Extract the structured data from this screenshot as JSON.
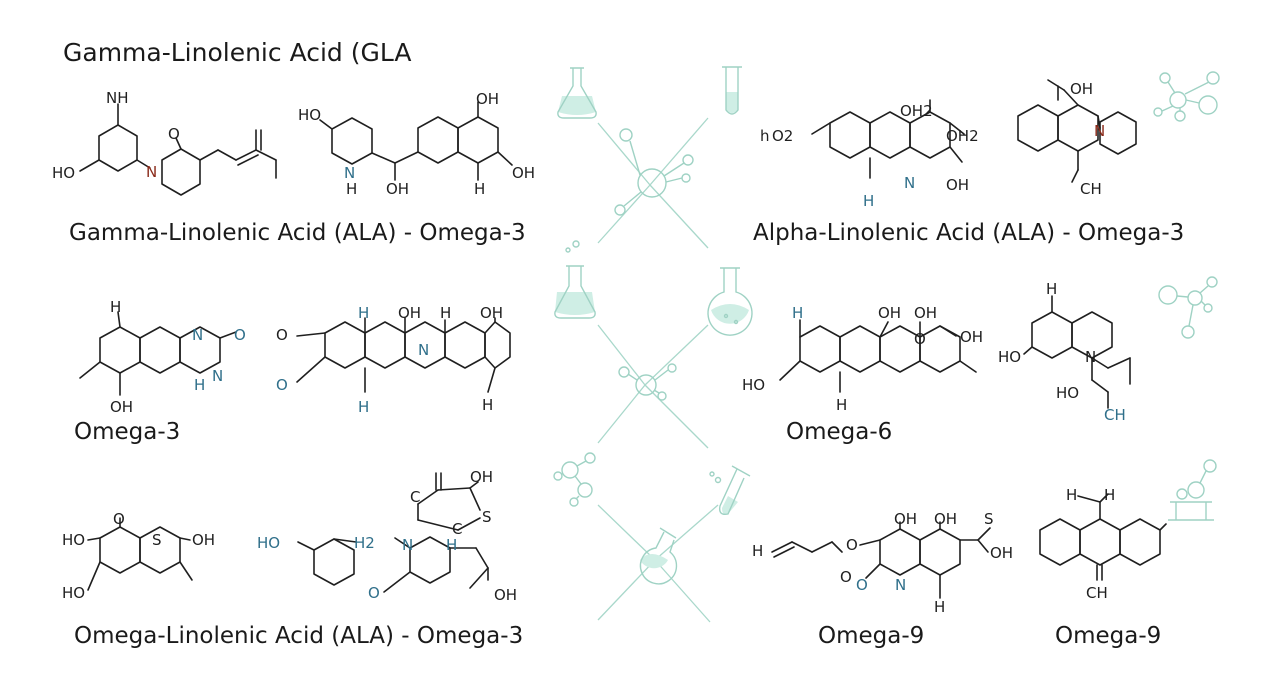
{
  "title": "Gamma-Linolenic Acid (GLA",
  "captions": {
    "top_left": "Gamma-Linolenic Acid (ALA) - Omega-3",
    "top_right": "Alpha-Linolenic Acid (ALA) - Omega-3",
    "mid_left": "Omega-3",
    "mid_right": "Omega-6",
    "bottom_left": "Omega-Linolenic Acid (ALA) - Omega-3",
    "bottom_mid_right": "Omega-9",
    "bottom_right": "Omega-9"
  },
  "atoms": {
    "m1": [
      "NH",
      "HO",
      "N",
      "O"
    ],
    "m2": [
      "HO",
      "N",
      "H",
      "OH",
      "OH",
      "OH",
      "H"
    ],
    "m3": [
      "h",
      "O2",
      "OH2",
      "OH2",
      "N",
      "OH",
      "H"
    ],
    "m4": [
      "OH",
      "N",
      "CH"
    ],
    "m5": [
      "H",
      "N",
      "O",
      "H",
      "N",
      "OH"
    ],
    "m6": [
      "O",
      "O",
      "H",
      "OH",
      "H",
      "OH",
      "N",
      "H",
      "H"
    ],
    "m7": [
      "H",
      "OH",
      "OH",
      "O",
      "OH",
      "HO",
      "H"
    ],
    "m8": [
      "H",
      "HO",
      "N",
      "HO",
      "CH"
    ],
    "m9": [
      "O",
      "HO",
      "S",
      "OH",
      "HO"
    ],
    "m10": [
      "HO",
      "H2"
    ],
    "m11": [
      "OH",
      "C",
      "C",
      "S",
      "N",
      "H",
      "O",
      "OH"
    ],
    "m12": [
      "H",
      "O",
      "OH",
      "OH",
      "S",
      "OH",
      "O",
      "O",
      "N",
      "H"
    ],
    "m13": [
      "H",
      "H",
      "CH"
    ]
  },
  "colors": {
    "ink": "#1f1f1f",
    "heteroatom_blue": "#2f6f8a",
    "heteroatom_red": "#8a2a1a",
    "lab_icon": "#9fd2c4",
    "arrow": "#a9d8cb"
  },
  "icons": [
    "flask-icon",
    "test-tube-icon",
    "molecule-network-icon",
    "round-flask-icon",
    "microscope-icon"
  ]
}
